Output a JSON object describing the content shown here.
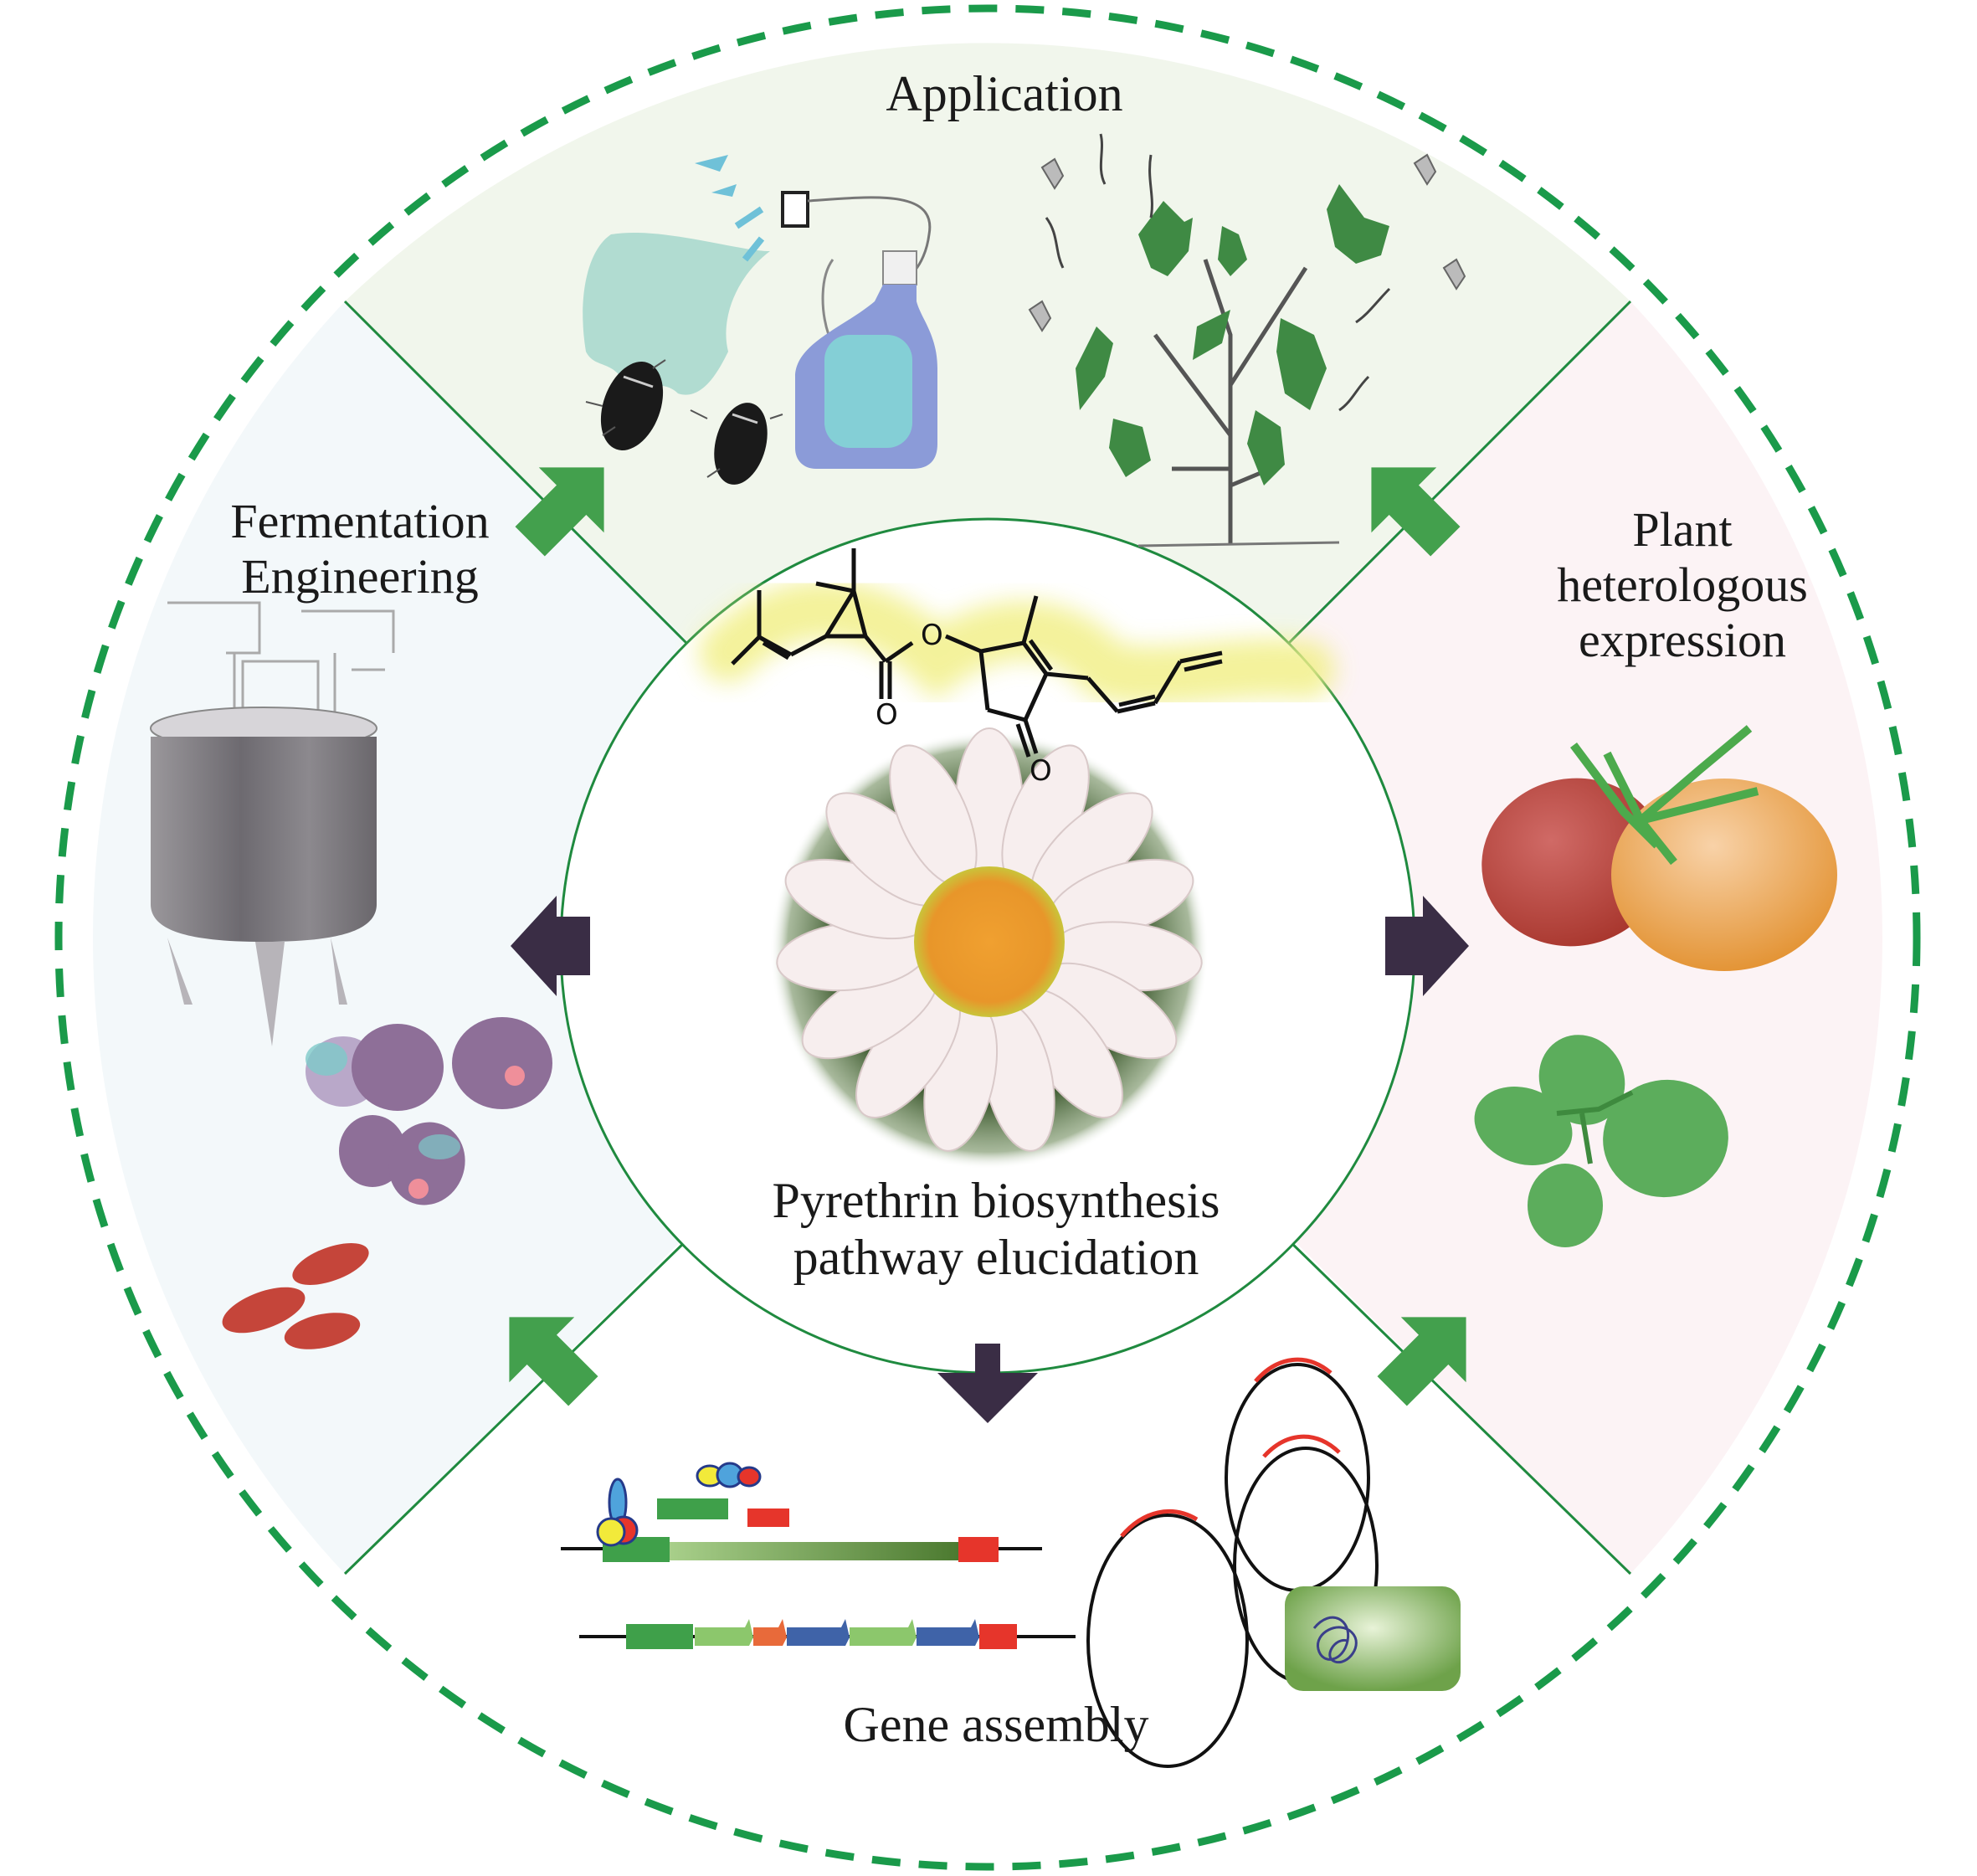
{
  "figure": {
    "center": {
      "title_line1": "Pyrethrin biosynthesis",
      "title_line2": "pathway elucidation",
      "image": "pyrethrum-daisy-flower",
      "molecule": "pyrethrin-structure",
      "molecule_atoms": {
        "ester_oxygen": "O",
        "carbonyl_oxygen": "O",
        "ketone_oxygen": "O"
      }
    },
    "sections": {
      "top": {
        "title": "Application",
        "illustrations": [
          "spray-bottle",
          "beetles",
          "plant-with-insects"
        ]
      },
      "left": {
        "title_line1": "Fermentation",
        "title_line2": "Engineering",
        "illustrations": [
          "bioreactor",
          "yeast-cells",
          "bacteria"
        ]
      },
      "right": {
        "title_line1": "Plant",
        "title_line2": "heterologous",
        "title_line3": "expression",
        "illustrations": [
          "tomatoes",
          "tobacco-seedling"
        ]
      },
      "bottom": {
        "title": "Gene assembly",
        "illustrations": [
          "gene-constructs",
          "plasmids",
          "agrobacterium"
        ]
      }
    },
    "colors": {
      "dashed_ring": "#1a9a4a",
      "divider_line": "#1f8a3f",
      "green_arrow": "#43a04d",
      "dark_arrow": "#3a2d45",
      "top_fill": "#f1f6ec",
      "left_fill": "#f3f8fa",
      "right_fill": "#fcf3f5",
      "molecule_glow": "#f2f08a"
    }
  }
}
